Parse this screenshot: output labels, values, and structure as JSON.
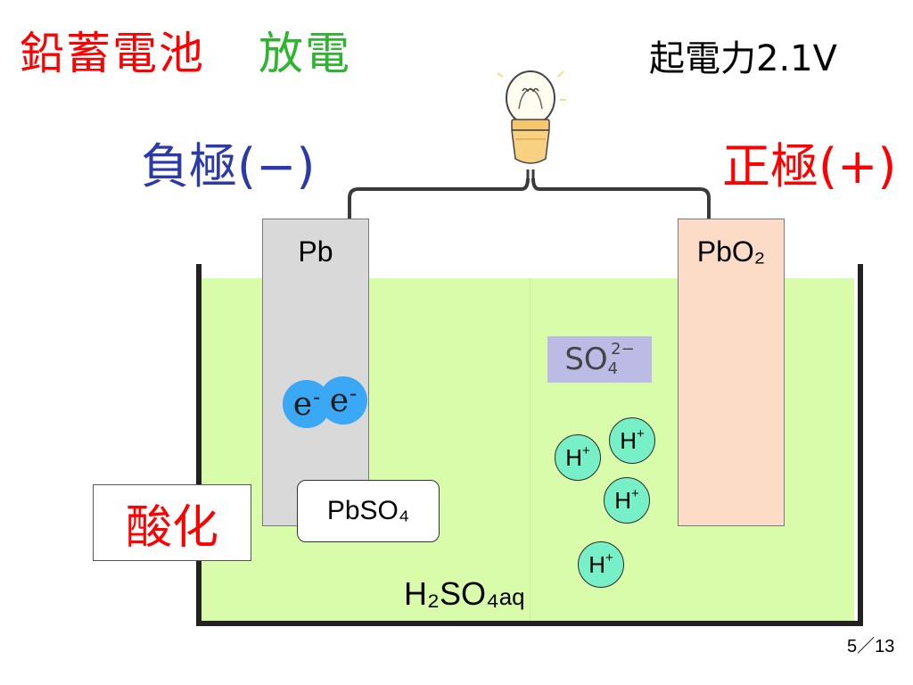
{
  "title": {
    "main": "鉛蓄電池",
    "mode": "放電",
    "emf": "起電力2.1V"
  },
  "electrodes": {
    "negative_label": "負極(−)",
    "positive_label": "正極(+)",
    "negative_material": "Pb",
    "positive_material": "PbO₂"
  },
  "products": {
    "pbso4": "PbSO₄",
    "reaction": "酸化"
  },
  "ions": {
    "sulfate": {
      "base": "SO",
      "sub": "4",
      "sup": "2−"
    },
    "electrons": [
      {
        "text": "e",
        "sup": "-"
      },
      {
        "text": "e",
        "sup": "-"
      }
    ],
    "protons": [
      {
        "text": "H",
        "sup": "+"
      },
      {
        "text": "H",
        "sup": "+"
      },
      {
        "text": "H",
        "sup": "+"
      },
      {
        "text": "H",
        "sup": "+"
      }
    ]
  },
  "electrolyte": {
    "formula": "H₂SO₄",
    "state": "aq"
  },
  "page": "5／13",
  "colors": {
    "title": "#ff0000",
    "mode": "#2db52d",
    "negative": "#2b3aa8",
    "positive": "#ff0000",
    "liquid": "#d9fcaa"
  }
}
